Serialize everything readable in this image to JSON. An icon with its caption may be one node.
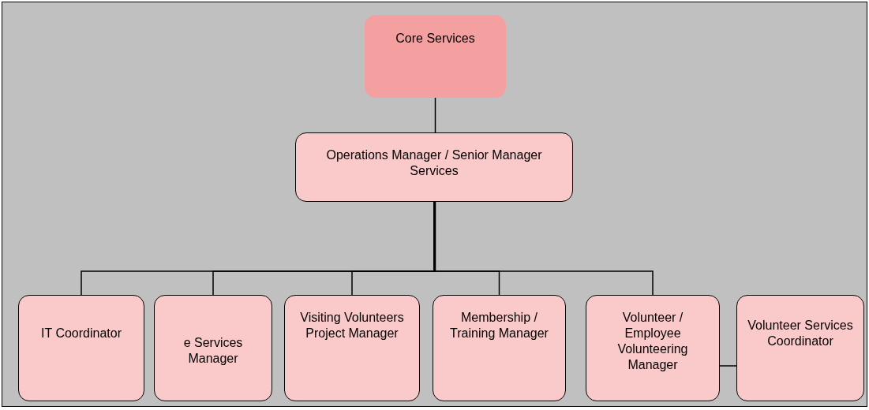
{
  "diagram": {
    "nodes": [
      {
        "text": [
          "Core Services"
        ]
      },
      {
        "text": [
          "Operations Manager / Senior Manager Services"
        ]
      },
      {
        "text": [
          "IT Coordinator"
        ]
      },
      {
        "text": [
          "e Services Manager"
        ]
      },
      {
        "text": [
          "Visiting Volunteers Project Manager"
        ]
      },
      {
        "text": [
          "Membership / Training Manager"
        ]
      },
      {
        "text": [
          "Volunteer / Employee Volunteering Manager"
        ]
      },
      {
        "text": [
          "Volunteer Services Coordinator"
        ]
      }
    ],
    "edges": [
      {
        "from": 0,
        "to": 1,
        "arrow": "none"
      },
      {
        "from": 1,
        "to": 2,
        "arrow": "none"
      },
      {
        "from": 1,
        "to": 3,
        "arrow": "none"
      },
      {
        "from": 1,
        "to": 4,
        "arrow": "none"
      },
      {
        "from": 1,
        "to": 5,
        "arrow": "none"
      },
      {
        "from": 1,
        "to": 6,
        "arrow": "none"
      },
      {
        "from": 6,
        "to": 7,
        "arrow": "none"
      }
    ]
  }
}
